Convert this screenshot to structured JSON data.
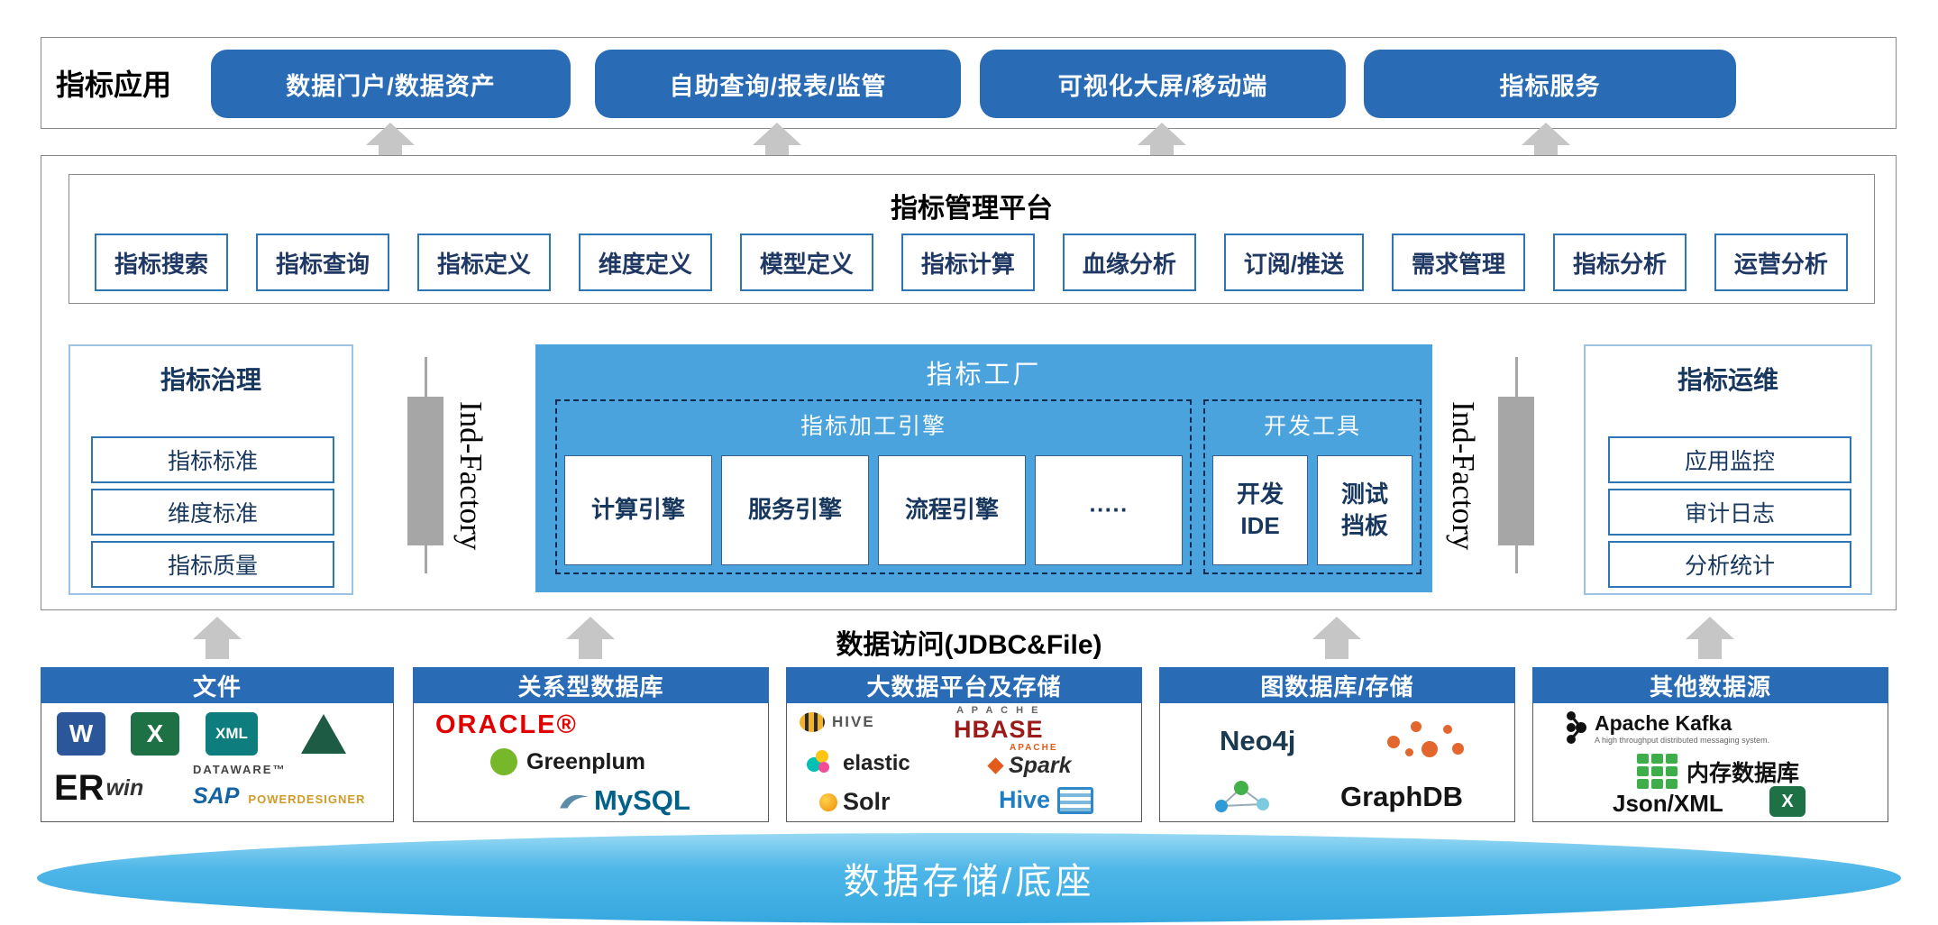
{
  "colors": {
    "primary_blue": "#2a6bb5",
    "factory_blue": "#4aa3dc",
    "base_blue": "#45b2e6",
    "arrow_gray": "#c6c6c6",
    "bar_gray": "#a6a6a6",
    "text_navy": "#1f3864"
  },
  "top": {
    "label": "指标应用",
    "apps": [
      "数据门户/数据资产",
      "自助查询/报表/监管",
      "可视化大屏/移动端",
      "指标服务"
    ]
  },
  "platform": {
    "title": "指标管理平台",
    "modules": [
      "指标搜索",
      "指标查询",
      "指标定义",
      "维度定义",
      "模型定义",
      "指标计算",
      "血缘分析",
      "订阅/推送",
      "需求管理",
      "指标分析",
      "运营分析"
    ]
  },
  "governance": {
    "title": "指标治理",
    "items": [
      "指标标准",
      "维度标准",
      "指标质量"
    ]
  },
  "ops": {
    "title": "指标运维",
    "items": [
      "应用监控",
      "审计日志",
      "分析统计"
    ]
  },
  "factory": {
    "title": "指标工厂",
    "engines": {
      "title": "指标加工引擎",
      "items": [
        "计算引擎",
        "服务引擎",
        "流程引擎",
        "·····"
      ]
    },
    "devtools": {
      "title": "开发工具",
      "items": [
        [
          "开发",
          "IDE"
        ],
        [
          "测试",
          "挡板"
        ]
      ]
    }
  },
  "connectors": {
    "left": "Ind-Factory",
    "right": "Ind-Factory"
  },
  "data_access": {
    "label": "数据访问(JDBC&File)"
  },
  "datasources": [
    {
      "title": "文件",
      "logos": {
        "word": "W",
        "excel": "X",
        "xml": "XML",
        "erwin_er": "ER",
        "erwin_win": "win",
        "dataware": "DATAWARE™",
        "sap": "SAP",
        "powerdesigner": "POWERDESIGNER"
      }
    },
    {
      "title": "关系型数据库",
      "logos": {
        "oracle": "ORACLE®",
        "greenplum": "Greenplum",
        "mysql": "MySQL"
      }
    },
    {
      "title": "大数据平台及存储",
      "logos": {
        "hive_top": "HIVE",
        "apache": "A P A C H E",
        "hbase": "HBASE",
        "elastic": "elastic",
        "spark_apache": "APACHE",
        "spark": "Spark",
        "solr": "Solr",
        "hive_bottom": "Hive"
      }
    },
    {
      "title": "图数据库/存储",
      "logos": {
        "neo4j": "Neo4j",
        "graphdb": "GraphDB"
      }
    },
    {
      "title": "其他数据源",
      "logos": {
        "kafka": "Apache Kafka",
        "kafka_tagline": "A high throughput distributed messaging system.",
        "memdb": "内存数据库",
        "jsonxml": "Json/XML"
      }
    }
  ],
  "base": {
    "label": "数据存储/底座"
  }
}
